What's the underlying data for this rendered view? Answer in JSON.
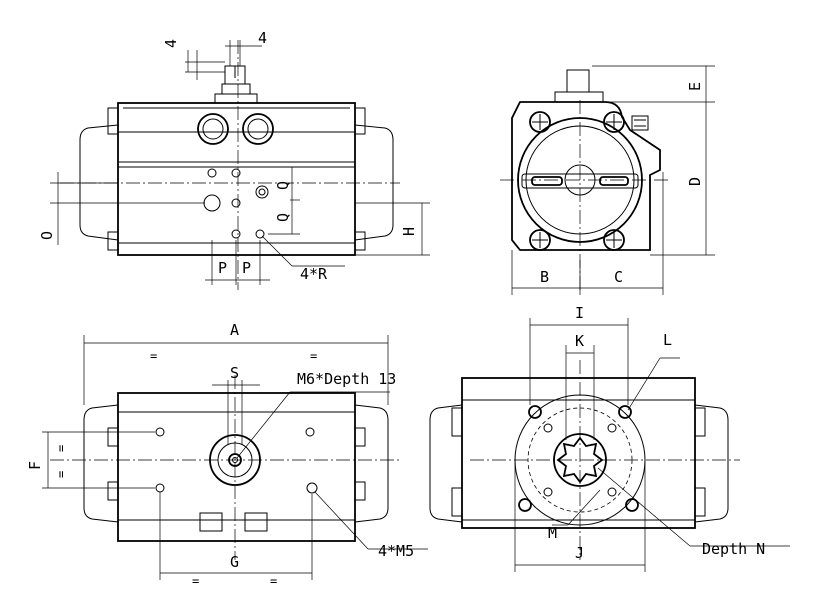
{
  "drawing": {
    "labels": {
      "top_left_4a": "4",
      "top_left_4b": "4",
      "Q_upper": "Q",
      "Q_lower": "Q",
      "O": "O",
      "H": "H",
      "P_left": "P",
      "P_right": "P",
      "R_callout": "4*R",
      "E": "E",
      "D": "D",
      "B": "B",
      "C": "C",
      "A": "A",
      "eq_a1": "=",
      "eq_a2": "=",
      "S": "S",
      "M6_callout": "M6*Depth 13",
      "F": "F",
      "eq_f1": "=",
      "eq_f2": "=",
      "G": "G",
      "eq_g1": "=",
      "eq_g2": "=",
      "M5_callout": "4*M5",
      "I": "I",
      "K": "K",
      "L": "L",
      "M": "M",
      "J": "J",
      "depthN_callout": "Depth N"
    }
  }
}
